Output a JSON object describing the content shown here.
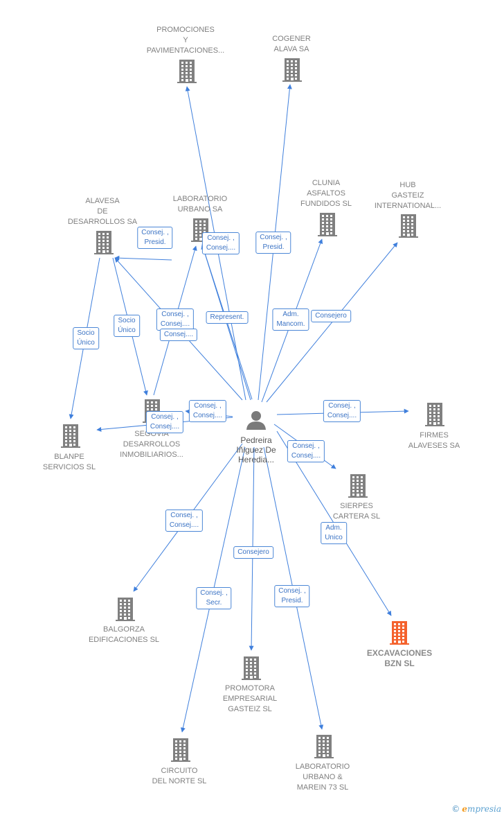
{
  "colors": {
    "edge": "#3f7fdc",
    "building": "#808080",
    "highlight": "#f4622d",
    "person": "#7a7a7a"
  },
  "center": {
    "id": "center",
    "label": [
      "Pedreira",
      "Iñiguez De",
      "Heredia..."
    ],
    "icon": "person-icon"
  },
  "nodes": [
    {
      "id": "promociones",
      "label": [
        "PROMOCIONES",
        "Y",
        "PAVIMENTACIONES..."
      ],
      "icon": "building-icon"
    },
    {
      "id": "cogener",
      "label": [
        "COGENER",
        "ALAVA SA"
      ],
      "icon": "building-icon"
    },
    {
      "id": "clunia",
      "label": [
        "CLUNIA",
        "ASFALTOS",
        "FUNDIDOS SL"
      ],
      "icon": "building-icon"
    },
    {
      "id": "hub",
      "label": [
        "HUB",
        "GASTEIZ",
        "INTERNATIONAL..."
      ],
      "icon": "building-icon"
    },
    {
      "id": "alavesa",
      "label": [
        "ALAVESA",
        "DE",
        "DESARROLLOS SA"
      ],
      "icon": "building-icon"
    },
    {
      "id": "laboratorio",
      "label": [
        "LABORATORIO",
        "URBANO SA"
      ],
      "icon": "building-icon"
    },
    {
      "id": "segovia",
      "label": [
        "SEGOVIA",
        "DESARROLLOS",
        "INMOBILIARIOS..."
      ],
      "icon": "building-icon"
    },
    {
      "id": "blanpe",
      "label": [
        "BLANPE",
        "SERVICIOS SL"
      ],
      "icon": "building-icon"
    },
    {
      "id": "firmes",
      "label": [
        "FIRMES",
        "ALAVESES SA"
      ],
      "icon": "building-icon"
    },
    {
      "id": "sierpes",
      "label": [
        "SIERPES",
        "CARTERA SL"
      ],
      "icon": "building-icon"
    },
    {
      "id": "excavaciones",
      "label": [
        "EXCAVACIONES",
        "BZN  SL"
      ],
      "icon": "building-icon",
      "highlight": true
    },
    {
      "id": "balgorza",
      "label": [
        "BALGORZA",
        "EDIFICACIONES SL"
      ],
      "icon": "building-icon"
    },
    {
      "id": "promotora",
      "label": [
        "PROMOTORA",
        "EMPRESARIAL",
        "GASTEIZ SL"
      ],
      "icon": "building-icon"
    },
    {
      "id": "circuito",
      "label": [
        "CIRCUITO",
        "DEL NORTE SL"
      ],
      "icon": "building-icon"
    },
    {
      "id": "labmarein",
      "label": [
        "LABORATORIO",
        "URBANO &",
        "MAREIN 73  SL"
      ],
      "icon": "building-icon"
    }
  ],
  "edges": [
    {
      "from": "center",
      "to": "promociones",
      "label": []
    },
    {
      "from": "center",
      "to": "cogener",
      "label": [
        "Consej. ,",
        "Presid."
      ]
    },
    {
      "from": "center",
      "to": "clunia",
      "label": [
        "Adm.",
        "Mancom."
      ]
    },
    {
      "from": "center",
      "to": "hub",
      "label": [
        "Consejero"
      ]
    },
    {
      "from": "center",
      "to": "laboratorio",
      "label": [
        "Consej. ,",
        "Consej...."
      ]
    },
    {
      "from": "center",
      "to": "alavesa",
      "label": [
        "Consej. ,",
        "Presid."
      ]
    },
    {
      "from": "center",
      "to": "alavesa",
      "label": [
        "Consej. ,",
        "Consej...."
      ]
    },
    {
      "from": "center",
      "to": "laboratorio",
      "label": [
        "Represent."
      ]
    },
    {
      "from": "segovia",
      "to": "laboratorio",
      "label": [
        "Consej...."
      ]
    },
    {
      "from": "alavesa",
      "to": "blanpe",
      "label": [
        "Socio",
        "Único"
      ]
    },
    {
      "from": "alavesa",
      "to": "segovia",
      "label": [
        "Socio",
        "Único"
      ]
    },
    {
      "from": "center",
      "to": "segovia",
      "label": [
        "Consej. ,",
        "Consej...."
      ]
    },
    {
      "from": "center",
      "to": "blanpe",
      "label": [
        "Consej. ,",
        "Consej...."
      ]
    },
    {
      "from": "center",
      "to": "firmes",
      "label": [
        "Consej. ,",
        "Consej...."
      ]
    },
    {
      "from": "center",
      "to": "sierpes",
      "label": [
        "Consej. ,",
        "Consej...."
      ]
    },
    {
      "from": "center",
      "to": "excavaciones",
      "label": [
        "Adm.",
        "Unico"
      ]
    },
    {
      "from": "center",
      "to": "balgorza",
      "label": [
        "Consej. ,",
        "Consej...."
      ]
    },
    {
      "from": "center",
      "to": "promotora",
      "label": [
        "Consejero"
      ]
    },
    {
      "from": "center",
      "to": "circuito",
      "label": [
        "Consej. ,",
        "Secr."
      ]
    },
    {
      "from": "center",
      "to": "labmarein",
      "label": [
        "Consej. ,",
        "Presid."
      ]
    }
  ],
  "footer": {
    "copyright": "©",
    "brand_first": "e",
    "brand_rest": "mpresia"
  }
}
